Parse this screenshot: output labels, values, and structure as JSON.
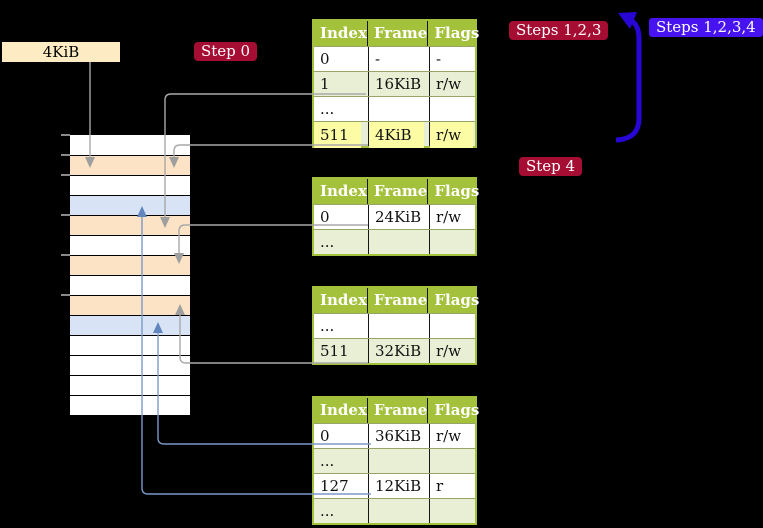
{
  "memory_label": "4KiB",
  "badges": {
    "step0": "Step 0",
    "steps123": "Steps 1,2,3",
    "steps1234": "Steps 1,2,3,4",
    "step4": "Step 4"
  },
  "tables": [
    {
      "headers": [
        "Index",
        "Frame",
        "Flags"
      ],
      "rows": [
        [
          "0",
          "-",
          "-"
        ],
        [
          "1",
          "16KiB",
          "r/w"
        ],
        [
          "...",
          "",
          ""
        ],
        [
          "511",
          "4KiB",
          "r/w"
        ]
      ],
      "highlighted_row_index": 3
    },
    {
      "headers": [
        "Index",
        "Frame",
        "Flags"
      ],
      "rows": [
        [
          "0",
          "24KiB",
          "r/w"
        ],
        [
          "...",
          "",
          ""
        ]
      ]
    },
    {
      "headers": [
        "Index",
        "Frame",
        "Flags"
      ],
      "rows": [
        [
          "...",
          "",
          ""
        ],
        [
          "511",
          "32KiB",
          "r/w"
        ]
      ]
    },
    {
      "headers": [
        "Index",
        "Frame",
        "Flags"
      ],
      "rows": [
        [
          "0",
          "36KiB",
          "r/w"
        ],
        [
          "...",
          "",
          ""
        ],
        [
          "127",
          "12KiB",
          "r"
        ],
        [
          "...",
          "",
          ""
        ]
      ]
    }
  ],
  "memory_rows": [
    "white",
    "peach",
    "white",
    "blue",
    "peach",
    "white",
    "peach",
    "white",
    "peach",
    "blue",
    "white",
    "white",
    "white",
    "white"
  ],
  "colors": {
    "table_header_green": "#a4c13c",
    "table_row_green": "#e9efd5",
    "highlight_yellow": "#fbfca3",
    "badge_red": "#a50d33",
    "badge_blue": "#4713f0",
    "self_arrow_blue": "#2806d6",
    "connector_gray": "#a9a9a9",
    "connector_blue": "#7b99c8",
    "memory_peach": "#fce3c5",
    "memory_blue": "#d8e4f6",
    "label_cream": "#fcebc3"
  }
}
